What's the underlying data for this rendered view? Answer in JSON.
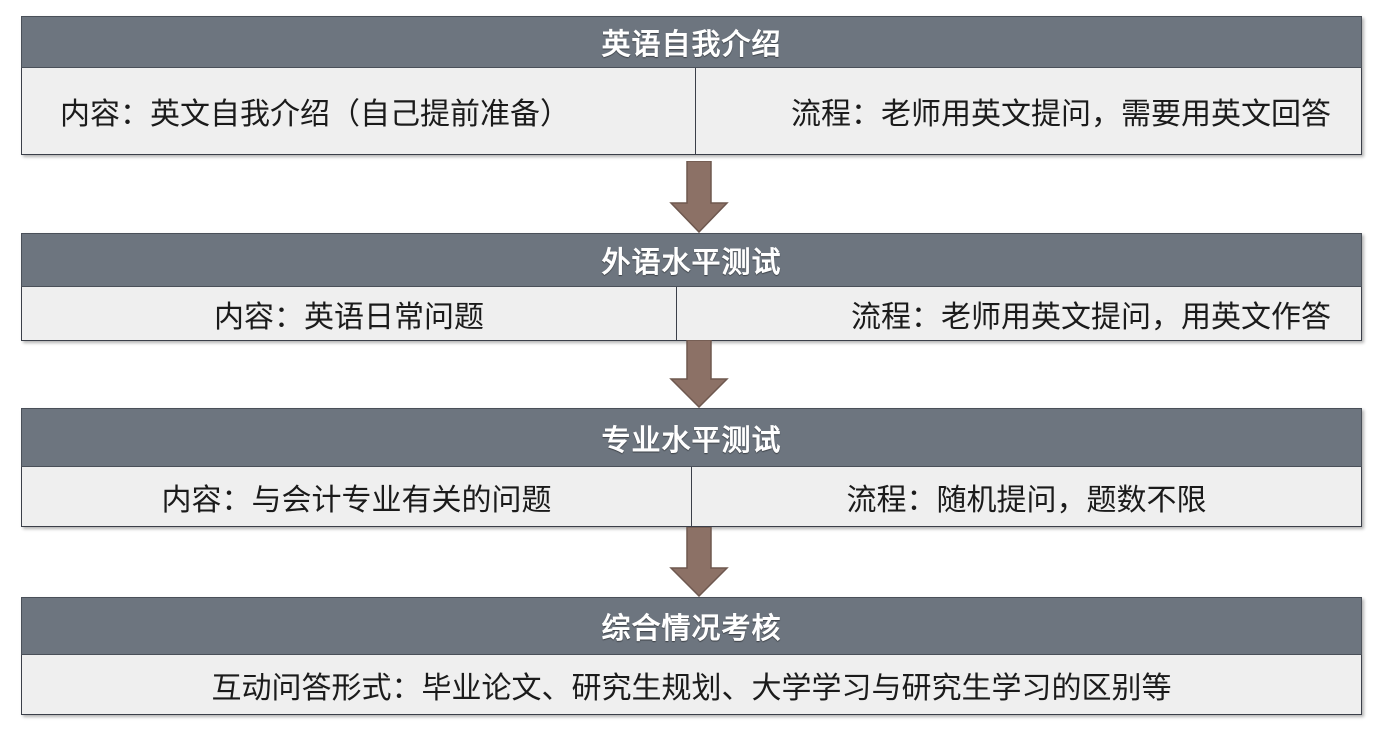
{
  "theme": {
    "header_bg": "#6D757F",
    "header_text": "#FFFFFF",
    "body_bg": "#EFEFEF",
    "body_text": "#1B1B1B",
    "border": "#3B3F49",
    "arrow_fill": "#8C7166",
    "arrow_stroke": "#6E584F",
    "page_bg": "#FFFFFF"
  },
  "flow": {
    "stages": [
      {
        "id": "english-self-introduction",
        "title": "英语自我介绍",
        "cells": [
          {
            "name": "content",
            "text": "内容：英文自我介绍（自己提前准备）",
            "align": "left"
          },
          {
            "name": "process",
            "text": "流程：老师用英文提问，需要用英文回答",
            "align": "right"
          }
        ]
      },
      {
        "id": "foreign-language-level-test",
        "title": "外语水平测试",
        "cells": [
          {
            "name": "content",
            "text": "内容：英语日常问题",
            "align": "center"
          },
          {
            "name": "process",
            "text": "流程：老师用英文提问，用英文作答",
            "align": "right"
          }
        ]
      },
      {
        "id": "professional-level-test",
        "title": "专业水平测试",
        "cells": [
          {
            "name": "content",
            "text": "内容：与会计专业有关的问题",
            "align": "center"
          },
          {
            "name": "process",
            "text": "流程：随机提问，题数不限",
            "align": "center"
          }
        ]
      },
      {
        "id": "comprehensive-assessment",
        "title": "综合情况考核",
        "cells": [
          {
            "name": "content",
            "text": "互动问答形式：毕业论文、研究生规划、大学学习与研究生学习的区别等",
            "align": "center"
          }
        ]
      }
    ],
    "connectors": [
      {
        "name": "arrow-stage1-to-stage2",
        "direction": "down"
      },
      {
        "name": "arrow-stage2-to-stage3",
        "direction": "down"
      },
      {
        "name": "arrow-stage3-to-stage4",
        "direction": "down"
      }
    ]
  }
}
